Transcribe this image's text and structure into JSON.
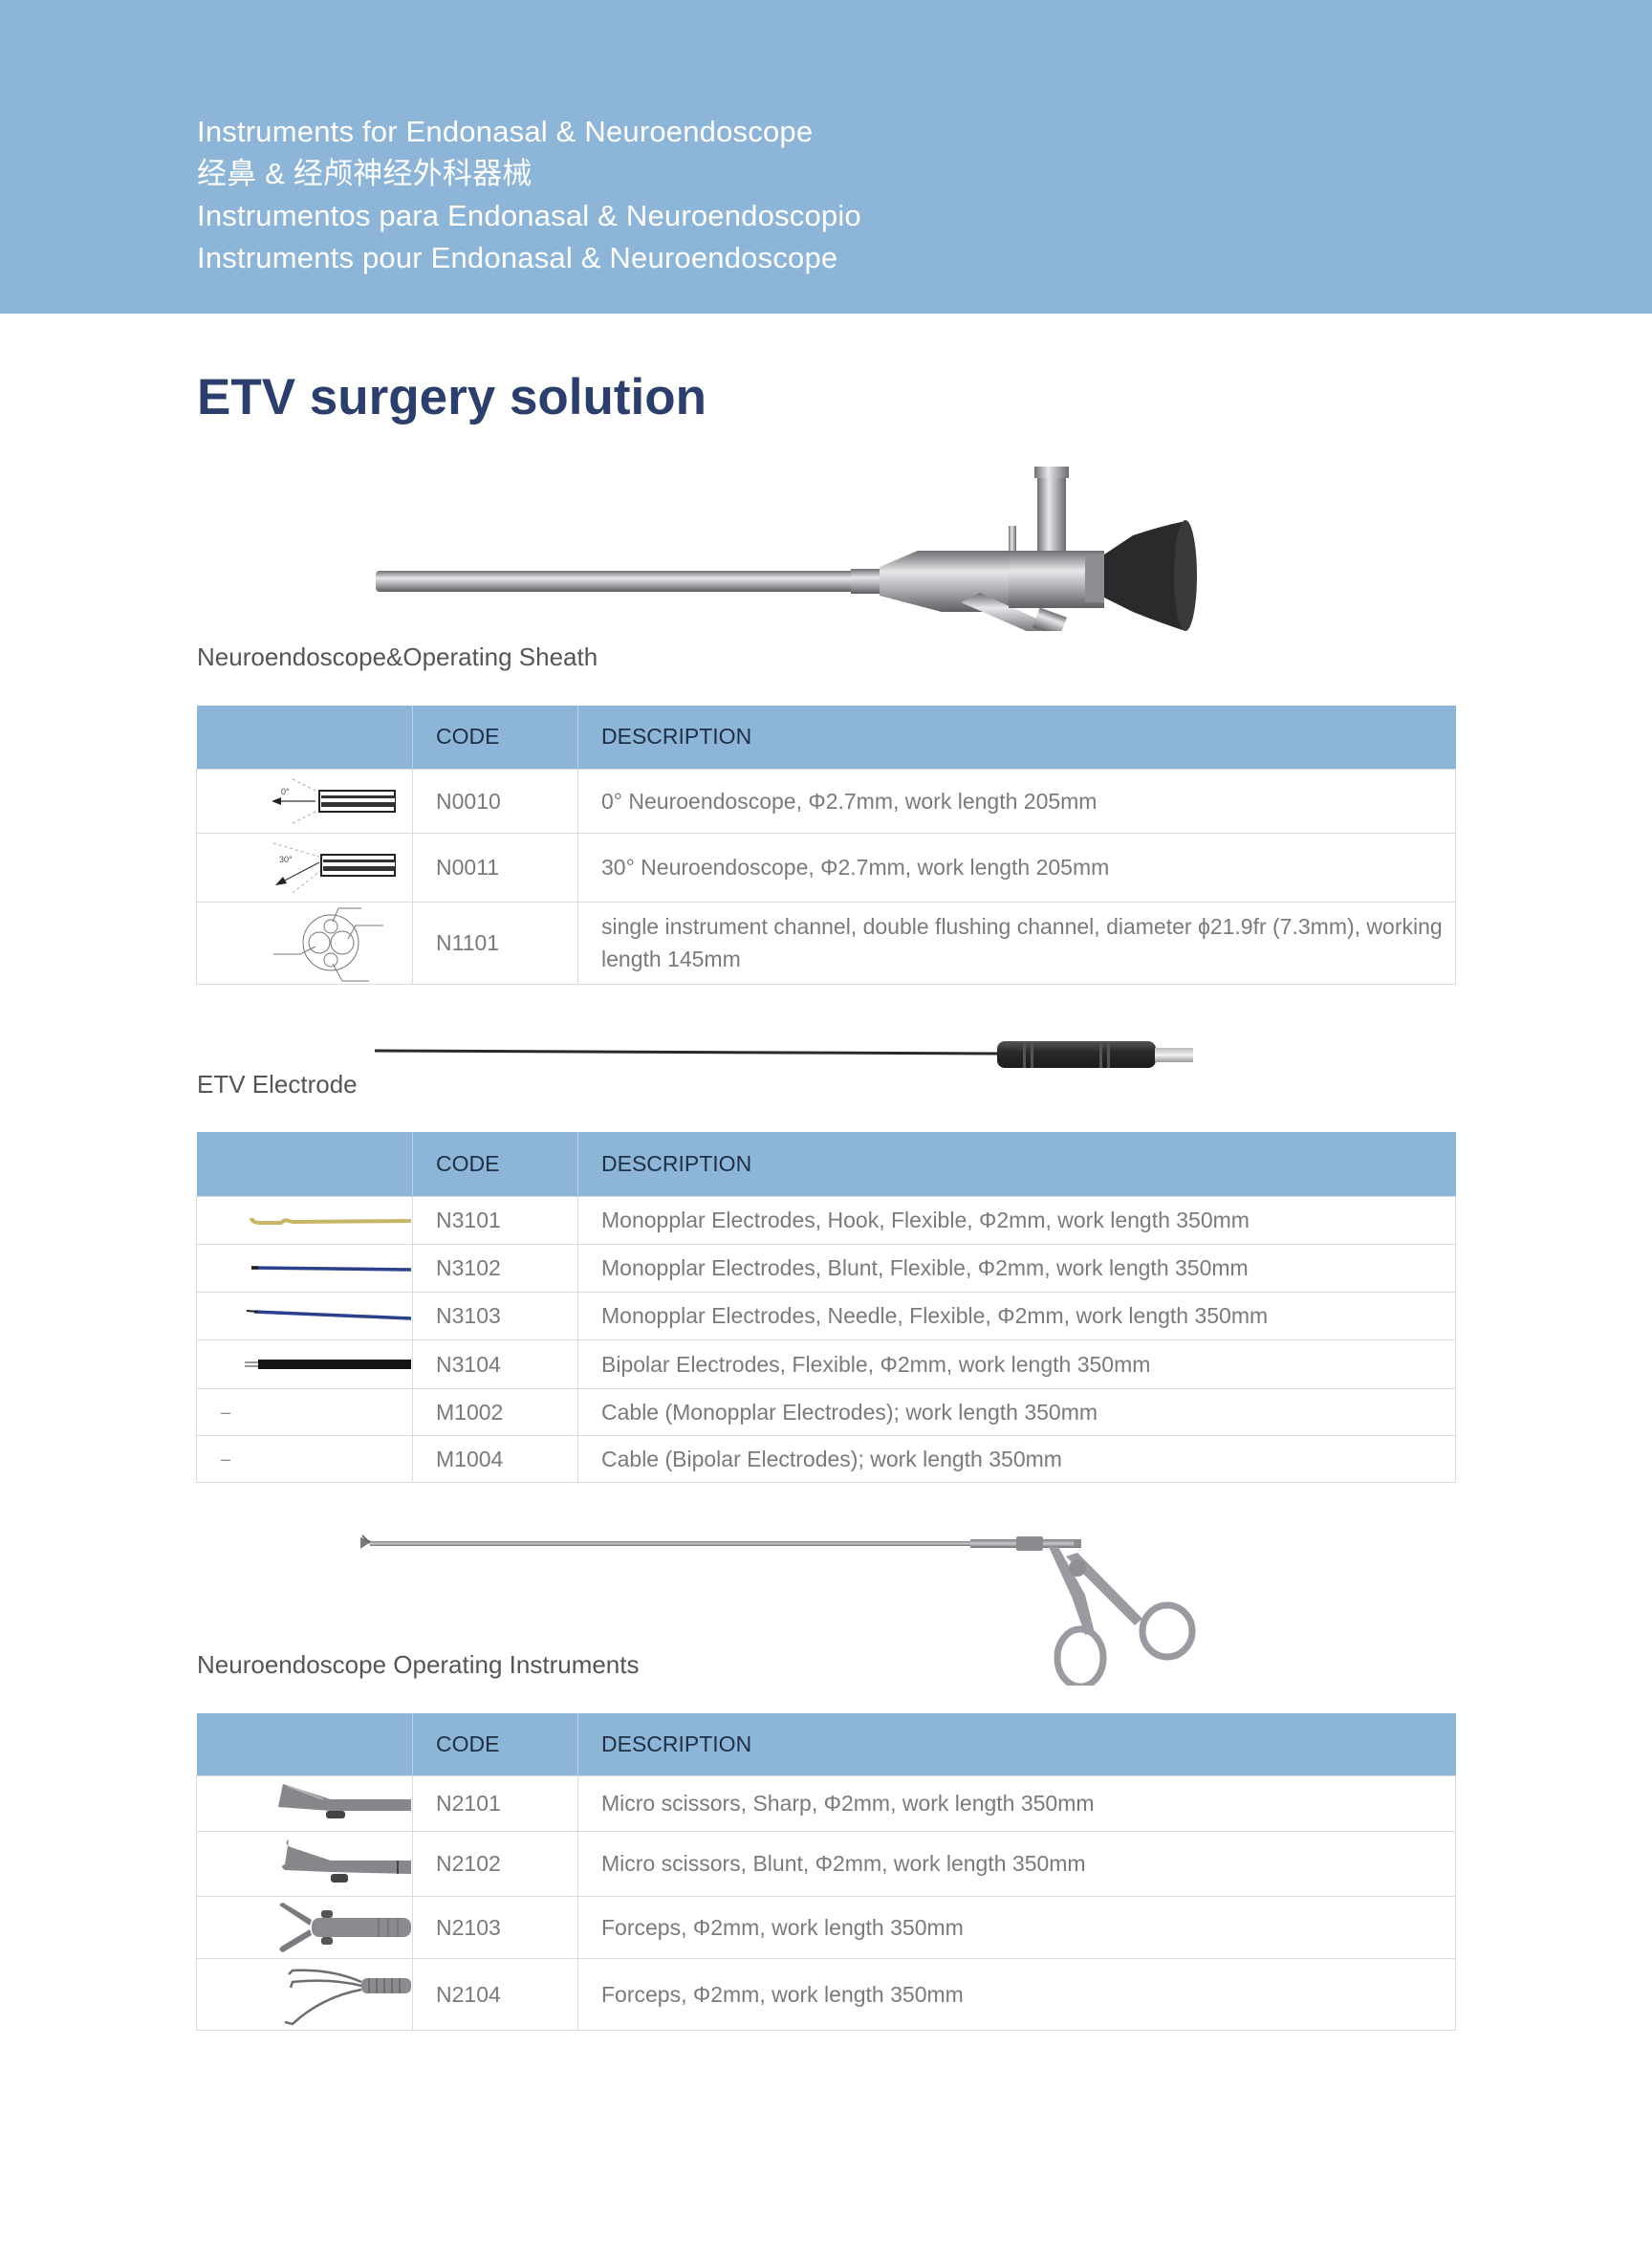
{
  "banner": {
    "lines": [
      "Instruments for Endonasal & Neuroendoscope",
      "经鼻 & 经颅神经外科器械",
      "Instrumentos para Endonasal & Neuroendoscopio",
      "Instruments pour Endonasal & Neuroendoscope"
    ],
    "background_color": "#8cb5d7"
  },
  "page_title": "ETV surgery solution",
  "colors": {
    "title": "#2c3e6b",
    "table_header_bg": "#8cb5d7",
    "table_text": "#7a7a7a",
    "heading_text": "#555555"
  },
  "sections": [
    {
      "heading": "Neuroendoscope&Operating Sheath",
      "product_image": "neuroendoscope-with-operating-sheath",
      "table": {
        "columns": [
          "",
          "CODE",
          "DESCRIPTION"
        ],
        "rows": [
          {
            "thumb": "0-degree-endoscope-tip-icon",
            "code": "N0010",
            "description": "0° Neuroendoscope, Φ2.7mm, work length 205mm"
          },
          {
            "thumb": "30-degree-endoscope-tip-icon",
            "code": "N0011",
            "description": "30° Neuroendoscope, Φ2.7mm, work length 205mm"
          },
          {
            "thumb": "sheath-cross-section-icon",
            "code": "N1101",
            "description": "single instrument channel, double flushing channel, diameter ϕ21.9fr (7.3mm), working length 145mm"
          }
        ]
      }
    },
    {
      "heading": "ETV Electrode",
      "product_image": "etv-electrode",
      "table": {
        "columns": [
          "",
          "CODE",
          "DESCRIPTION"
        ],
        "rows": [
          {
            "thumb": "hook-electrode-icon",
            "code": "N3101",
            "description": "Monopplar Electrodes, Hook, Flexible, Φ2mm, work length 350mm"
          },
          {
            "thumb": "blunt-electrode-icon",
            "code": "N3102",
            "description": "Monopplar Electrodes, Blunt, Flexible, Φ2mm, work length 350mm"
          },
          {
            "thumb": "needle-electrode-icon",
            "code": "N3103",
            "description": "Monopplar Electrodes, Needle, Flexible, Φ2mm, work length 350mm"
          },
          {
            "thumb": "bipolar-electrode-icon",
            "code": "N3104",
            "description": "Bipolar Electrodes, Flexible, Φ2mm, work length 350mm"
          },
          {
            "thumb": "–",
            "code": "M1002",
            "description": "Cable (Monopplar Electrodes); work length 350mm"
          },
          {
            "thumb": "–",
            "code": "M1004",
            "description": "Cable (Bipolar Electrodes); work length 350mm"
          }
        ]
      }
    },
    {
      "heading": "Neuroendoscope Operating Instruments",
      "product_image": "operating-instrument-with-ring-handle",
      "table": {
        "columns": [
          "",
          "CODE",
          "DESCRIPTION"
        ],
        "rows": [
          {
            "thumb": "sharp-micro-scissors-icon",
            "code": "N2101",
            "description": "Micro scissors, Sharp, Φ2mm, work length 350mm"
          },
          {
            "thumb": "blunt-micro-scissors-icon",
            "code": "N2102",
            "description": "Micro scissors, Blunt, Φ2mm, work length 350mm"
          },
          {
            "thumb": "cup-forceps-icon",
            "code": "N2103",
            "description": "Forceps, Φ2mm, work length 350mm"
          },
          {
            "thumb": "grasping-forceps-icon",
            "code": "N2104",
            "description": "Forceps, Φ2mm, work length 350mm"
          }
        ]
      }
    }
  ]
}
